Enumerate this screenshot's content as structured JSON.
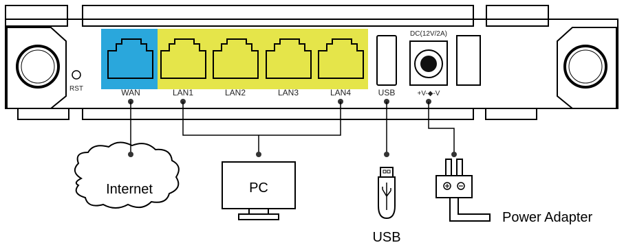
{
  "router": {
    "rst_label": "RST",
    "dc_label": "DC(12V/2A)",
    "polarity_label": "+V-◆-V",
    "ports": {
      "wan": "WAN",
      "lan1": "LAN1",
      "lan2": "LAN2",
      "lan3": "LAN3",
      "lan4": "LAN4",
      "usb": "USB"
    }
  },
  "devices": {
    "internet": "Internet",
    "pc": "PC",
    "usb": "USB",
    "power_adapter": "Power Adapter"
  },
  "colors": {
    "wan_highlight": "#2aa7dc",
    "lan_highlight": "#e5e54a",
    "outline": "#000000"
  }
}
